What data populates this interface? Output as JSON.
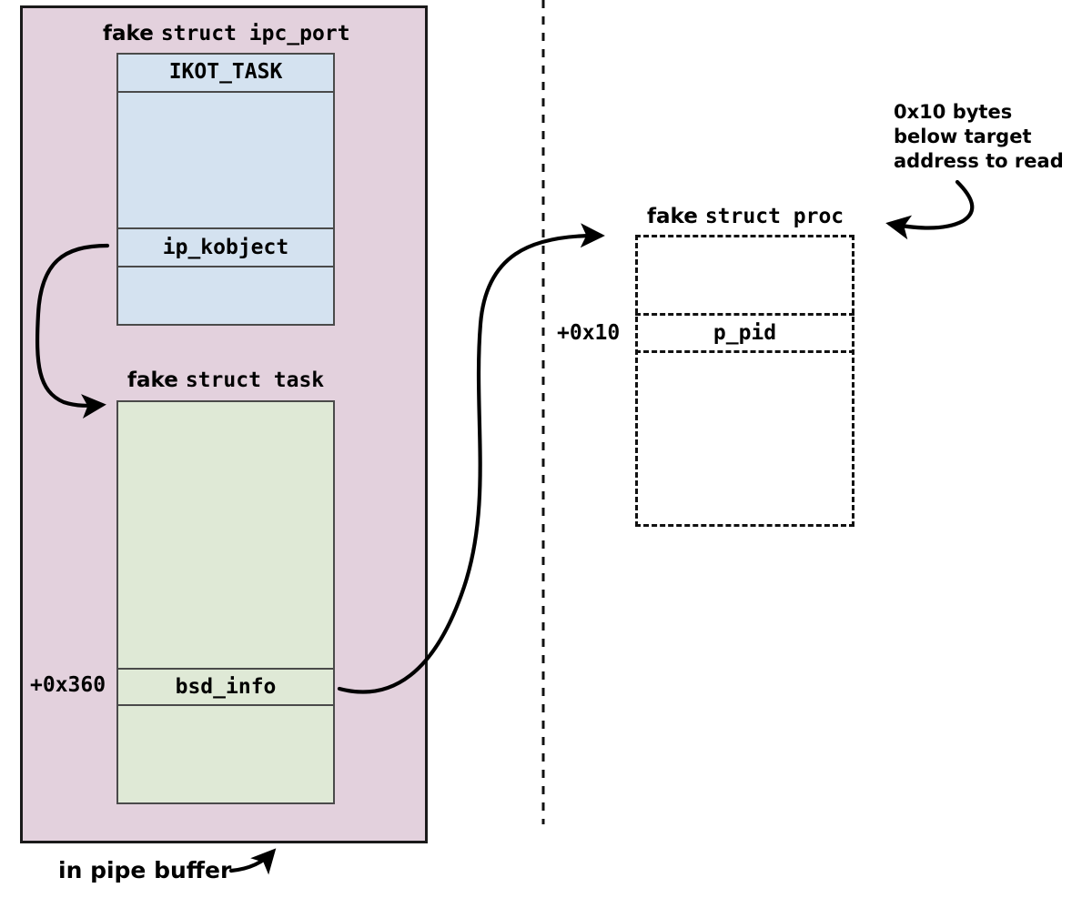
{
  "diagram": {
    "title_bottom": "in pipe buffer",
    "divider": {
      "orientation": "vertical",
      "style": "dashed"
    },
    "colors": {
      "pipe_buffer_fill": "#e3d1dd",
      "ipc_port_fill": "#d4e2f0",
      "task_fill": "#dfe9d6",
      "stroke": "#1a1a1a",
      "box_stroke": "#4a4a4a",
      "dashed_stroke": "#111111"
    },
    "structs": [
      {
        "id": "ipc_port",
        "caption_prefix": "fake ",
        "caption_mono": "struct ipc_port",
        "style": "solid-blue",
        "fields": [
          {
            "name": "IKOT_TASK",
            "offset": ""
          },
          {
            "name": "ip_kobject",
            "offset": ""
          }
        ]
      },
      {
        "id": "task",
        "caption_prefix": "fake ",
        "caption_mono": "struct task",
        "style": "solid-green",
        "fields": [
          {
            "name": "bsd_info",
            "offset": "+0x360"
          }
        ]
      },
      {
        "id": "proc",
        "caption_prefix": "fake ",
        "caption_mono": "struct proc",
        "style": "dashed",
        "fields": [
          {
            "name": "p_pid",
            "offset": "+0x10"
          }
        ]
      }
    ],
    "labels": {
      "ikot_task": "IKOT_TASK",
      "ip_kobject": "ip_kobject",
      "bsd_info": "bsd_info",
      "p_pid": "p_pid",
      "offset_bsd_info": "+0x360",
      "offset_p_pid": "+0x10",
      "caption_ipc_port_sans": "fake",
      "caption_ipc_port_mono": "struct ipc_port",
      "caption_task_sans": "fake",
      "caption_task_mono": "struct task",
      "caption_proc_sans": "fake",
      "caption_proc_mono": "struct proc"
    },
    "annotation": {
      "note": "0x10 bytes below target address to read"
    },
    "arrows": [
      {
        "id": "kobject-to-task",
        "from": "ip_kobject",
        "to": "fake struct task"
      },
      {
        "id": "bsd-info-to-proc",
        "from": "bsd_info",
        "to": "fake struct proc"
      },
      {
        "id": "note-to-proc",
        "from": "annotation note",
        "to": "fake struct proc"
      },
      {
        "id": "pipe-buffer-pointer",
        "from": "in pipe buffer",
        "to": "pipe buffer container"
      }
    ]
  }
}
